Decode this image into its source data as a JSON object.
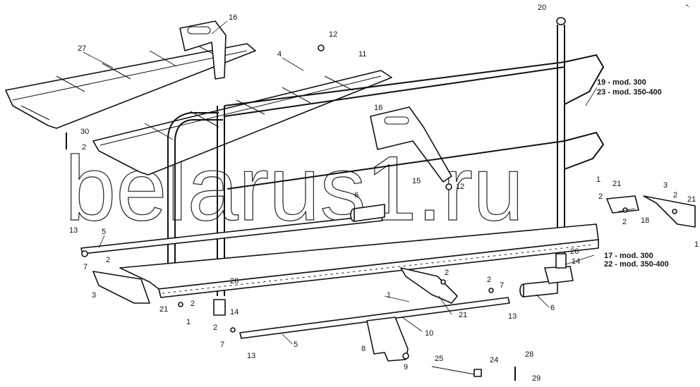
{
  "watermark": "belarus1.ru",
  "corner_mark": "*-",
  "callouts": [
    "1",
    "2",
    "3",
    "4",
    "5",
    "6",
    "7",
    "8",
    "9",
    "10",
    "11",
    "12",
    "13",
    "14",
    "15",
    "16",
    "17",
    "18",
    "19",
    "20",
    "21",
    "22",
    "23",
    "24",
    "25",
    "26",
    "27",
    "28",
    "29",
    "30"
  ],
  "notes": {
    "n19": "19 - mod. 300",
    "n23": "23 - mod. 350-400",
    "n17": "17 - mod. 300",
    "n22": "22 - mod. 350-400"
  }
}
